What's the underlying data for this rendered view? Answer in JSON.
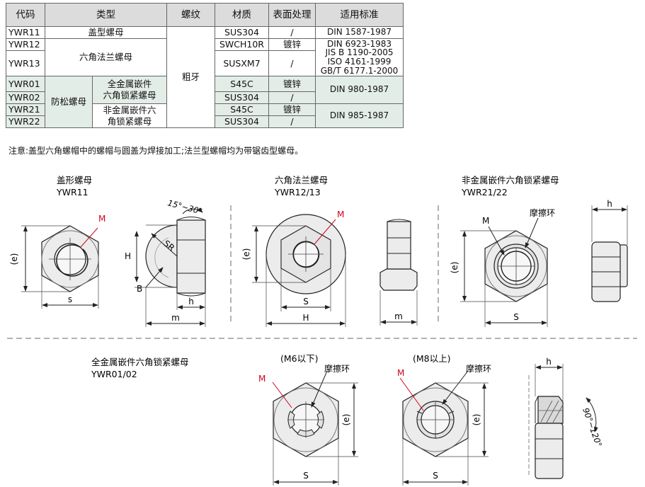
{
  "table": {
    "headers": [
      "代码",
      "类型",
      "螺纹",
      "材质",
      "表面处理",
      "适用标准"
    ],
    "rows": [
      {
        "code": "YWR11",
        "type": "盖型螺母",
        "material": "SUS304",
        "surface": "/",
        "standard": "DIN 1587-1987"
      },
      {
        "code": "YWR12",
        "material": "SWCH10R",
        "surface": "镀锌"
      },
      {
        "code": "YWR13",
        "material": "SUSXM7",
        "surface": "/"
      },
      {
        "code": "YWR01",
        "material": "S45C",
        "surface": "镀锌"
      },
      {
        "code": "YWR02",
        "material": "SUS304",
        "surface": "/"
      },
      {
        "code": "YWR21",
        "material": "S45C",
        "surface": "镀锌"
      },
      {
        "code": "YWR22",
        "material": "SUS304",
        "surface": "/"
      }
    ],
    "merged": {
      "flange_type": "六角法兰螺母",
      "flange_standards": [
        "DIN 6923-1983",
        "JIS B 1190-2005",
        "ISO 4161-1999",
        "GB/T 6177.1-2000"
      ],
      "thread": "粗牙",
      "lock_group": "防松螺母",
      "all_metal_type": [
        "全金属嵌件",
        "六角锁紧螺母"
      ],
      "nonmetal_type": [
        "非金属嵌件六",
        "角锁紧螺母"
      ],
      "all_metal_standard": "DIN 980-1987",
      "nonmetal_standard": "DIN 985-1987"
    }
  },
  "note": "注意:盖型六角螺帽中的螺帽与圆盖为焊接加工;法兰型螺帽均为带锯齿型螺母。",
  "drawings": {
    "cap_nut": {
      "title": "盖形螺母",
      "code": "YWR11",
      "labels": {
        "m": "M",
        "e": "(e)",
        "s": "s",
        "h_side": "H",
        "sr": "SR",
        "b": "B",
        "h": "h",
        "m_len": "m",
        "angle": "15°~30°"
      }
    },
    "flange_nut": {
      "title": "六角法兰螺母",
      "code": "YWR12/13",
      "labels": {
        "m": "M",
        "e": "(e)",
        "s": "S",
        "h_width": "H",
        "m_len": "m"
      }
    },
    "nonmetal_nut": {
      "title": "非金属嵌件六角锁紧螺母",
      "code": "YWR21/22",
      "labels": {
        "m": "M",
        "ring": "摩擦环",
        "e": "(e)",
        "s": "S",
        "h": "h"
      }
    },
    "allmetal_nut": {
      "title": "全金属嵌件六角锁紧螺母",
      "code": "YWR01/02"
    },
    "m6": {
      "title": "(M6以下)",
      "labels": {
        "m": "M",
        "ring": "摩擦环",
        "e": "(e)",
        "s": "S"
      }
    },
    "m8": {
      "title": "(M8以上)",
      "labels": {
        "m": "M",
        "ring": "摩擦环",
        "e": "(e)",
        "s": "S"
      }
    },
    "side": {
      "labels": {
        "h": "h",
        "angle": "90°~120°"
      }
    }
  },
  "colors": {
    "line": "#222222",
    "accent": "#d0021b",
    "fill": "#ececec",
    "header_bg": "#dcdcdc",
    "green_bg": "#e3ede7"
  }
}
